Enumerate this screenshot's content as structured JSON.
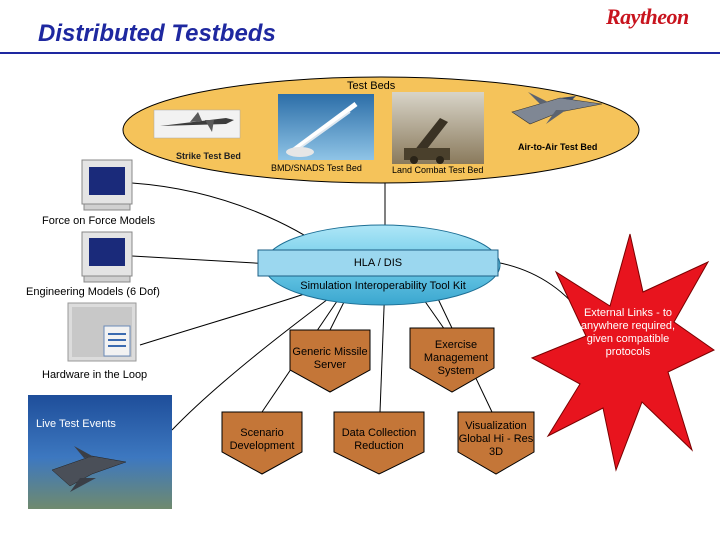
{
  "title": "Distributed Testbeds",
  "brand": "Raytheon",
  "test_beds": {
    "header": "Test Beds",
    "strike": "Strike Test Bed",
    "bmd": "BMD/SNADS Test Bed",
    "land": "Land Combat Test Bed",
    "air": "Air-to-Air Test Bed"
  },
  "left_models": {
    "force": "Force on Force Models",
    "engineering": "Engineering Models (6 Dof)",
    "hitl": "Hardware in the Loop",
    "live": "Live Test Events"
  },
  "hub": {
    "bar": "HLA / DIS",
    "tool": "Simulation Interoperability Tool Kit"
  },
  "servers": {
    "missile": "Generic Missile Server",
    "exercise": "Exercise Management System",
    "scenario": "Scenario Development",
    "data": "Data Collection Reduction",
    "vis": "Visualization Global Hi - Res 3D"
  },
  "external": "External Links - to anywhere required, given compatible protocols",
  "colors": {
    "title": "#1e28a0",
    "brand": "#c8141e",
    "ellipse": "#f5c35a",
    "hub": "#6ecbe8",
    "node": "#c47638",
    "burst": "#e8141e"
  }
}
